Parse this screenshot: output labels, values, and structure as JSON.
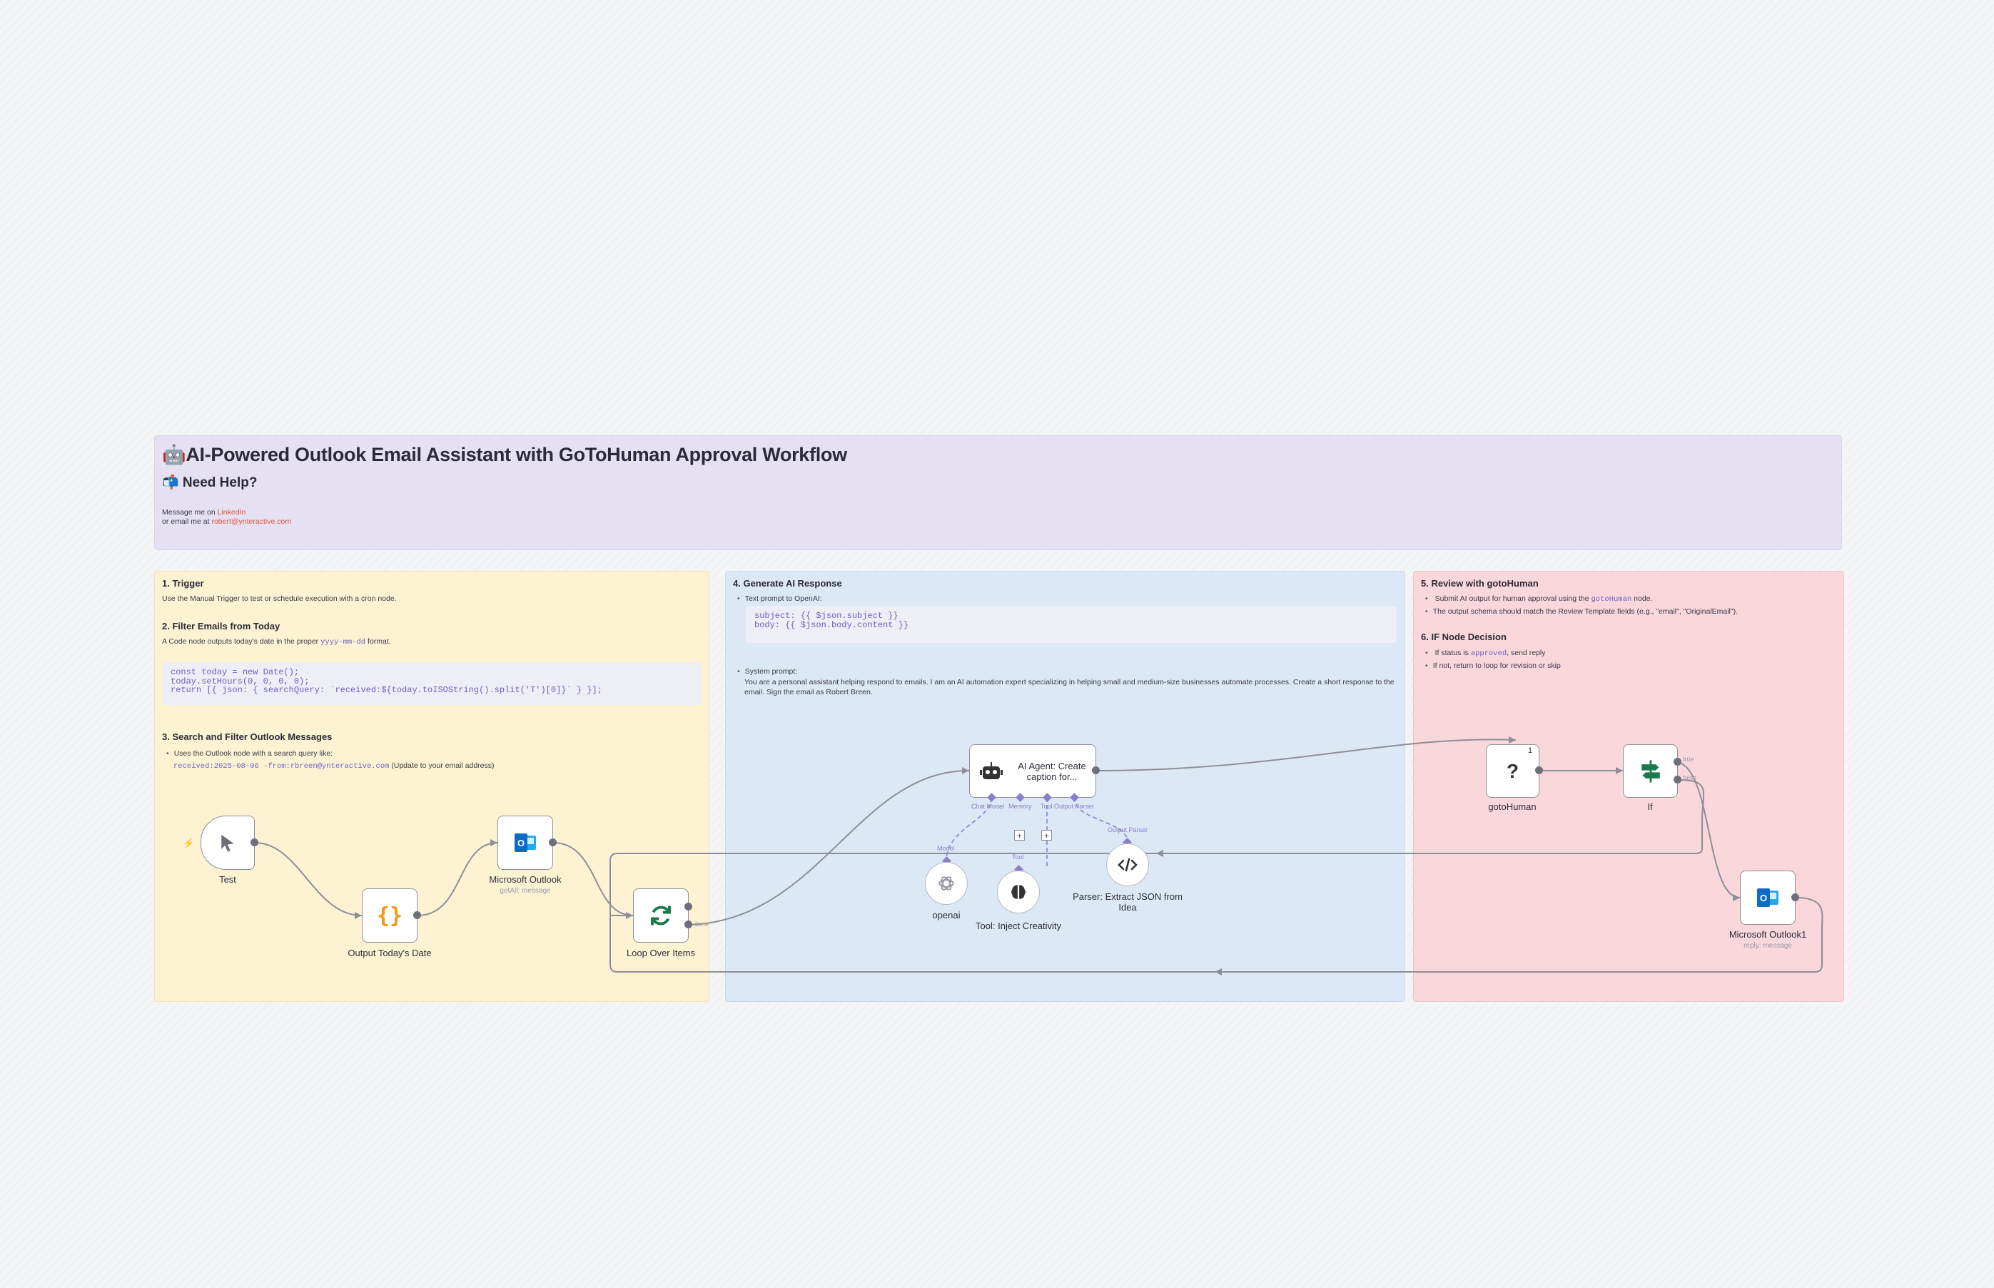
{
  "header": {
    "title": "🤖AI-Powered Outlook Email Assistant with GoToHuman Approval Workflow",
    "help": "📬 Need Help?",
    "message_prefix": "Message me on ",
    "linkedin": "LinkedIn",
    "email_prefix": "or email me at ",
    "email": "robert@ynteractive.com"
  },
  "trigger_note": {
    "s1_title": "1. Trigger",
    "s1_text": "Use the Manual Trigger to test or schedule execution with a cron node.",
    "s2_title": "2. Filter Emails from Today",
    "s2_text_pre": "A Code node outputs today's date in the proper ",
    "s2_text_code": "yyyy-mm-dd",
    "s2_text_post": " format.",
    "code": [
      "const today = new Date();",
      "today.setHours(0, 0, 0, 0);",
      "return [{ json: { searchQuery: `received:${today.toISOString().split('T')[0]}` } }];"
    ],
    "s3_title": "3. Search and Filter Outlook Messages",
    "s3_bullet": "Uses the Outlook node with a search query like:",
    "s3_code": "received:2025-08-06 -from:rbreen@ynteractive.com",
    "s3_code_note": " (Update to your email address)"
  },
  "ai_note": {
    "title": "4. Generate AI Response",
    "bullet1": "Text prompt to OpenAI:",
    "code": [
      "subject: {{ $json.subject }}",
      "body: {{ $json.body.content }}"
    ],
    "bullet2": "System prompt:",
    "system_prompt": "You are a personal assistant helping respond to emails. I am an AI automation expert specializing in helping small and medium-size businesses automate processes. Create a short response to the email. Sign the email as Robert Breen."
  },
  "review_note": {
    "s5_title": "5. Review with gotoHuman",
    "s5_b1_pre": "Submit AI output for human approval using the ",
    "s5_b1_code": "gotoHuman",
    "s5_b1_post": " node.",
    "s5_b2": "The output schema should match the Review Template fields (e.g., \"email\", \"OriginalEmail\").",
    "s6_title": "6. IF Node Decision",
    "s6_b1_pre": "If status is ",
    "s6_b1_code": "approved",
    "s6_b1_post": ", send reply",
    "s6_b2": "If not, return to loop for revision or skip"
  },
  "nodes": {
    "test": {
      "label": "Test",
      "icon": "cursor-icon"
    },
    "output_date": {
      "label": "Output Today's Date",
      "icon": "code-braces-icon"
    },
    "outlook": {
      "label": "Microsoft Outlook",
      "sub": "getAll: message",
      "icon": "outlook-icon"
    },
    "loop": {
      "label": "Loop Over Items",
      "icon": "loop-icon",
      "port_done": "done"
    },
    "agent": {
      "label": "AI Agent: Create caption for...",
      "icon": "robot-icon",
      "port_chat": "Chat Model",
      "port_memory": "Memory",
      "port_tool": "Tool",
      "port_parser": "Output Parser"
    },
    "openai": {
      "label": "openai",
      "port": "Model",
      "icon": "openai-icon"
    },
    "tool": {
      "label": "Tool: Inject Creativity",
      "port": "Tool",
      "icon": "brain-icon"
    },
    "parser": {
      "label": "Parser: Extract JSON from Idea",
      "port": "Output Parser",
      "icon": "code-tag-icon"
    },
    "gotohuman": {
      "label": "gotoHuman",
      "icon": "question-icon",
      "badge": "1"
    },
    "if": {
      "label": "If",
      "icon": "if-icon",
      "port_true": "true",
      "port_false": "false"
    },
    "outlook1": {
      "label": "Microsoft Outlook1",
      "sub": "reply: message",
      "icon": "outlook-icon"
    }
  },
  "colors": {
    "outlook_blue": "#0b6bc7",
    "green": "#1a7a4c",
    "accent": "#e2553b",
    "code": "#6c5fc7"
  }
}
